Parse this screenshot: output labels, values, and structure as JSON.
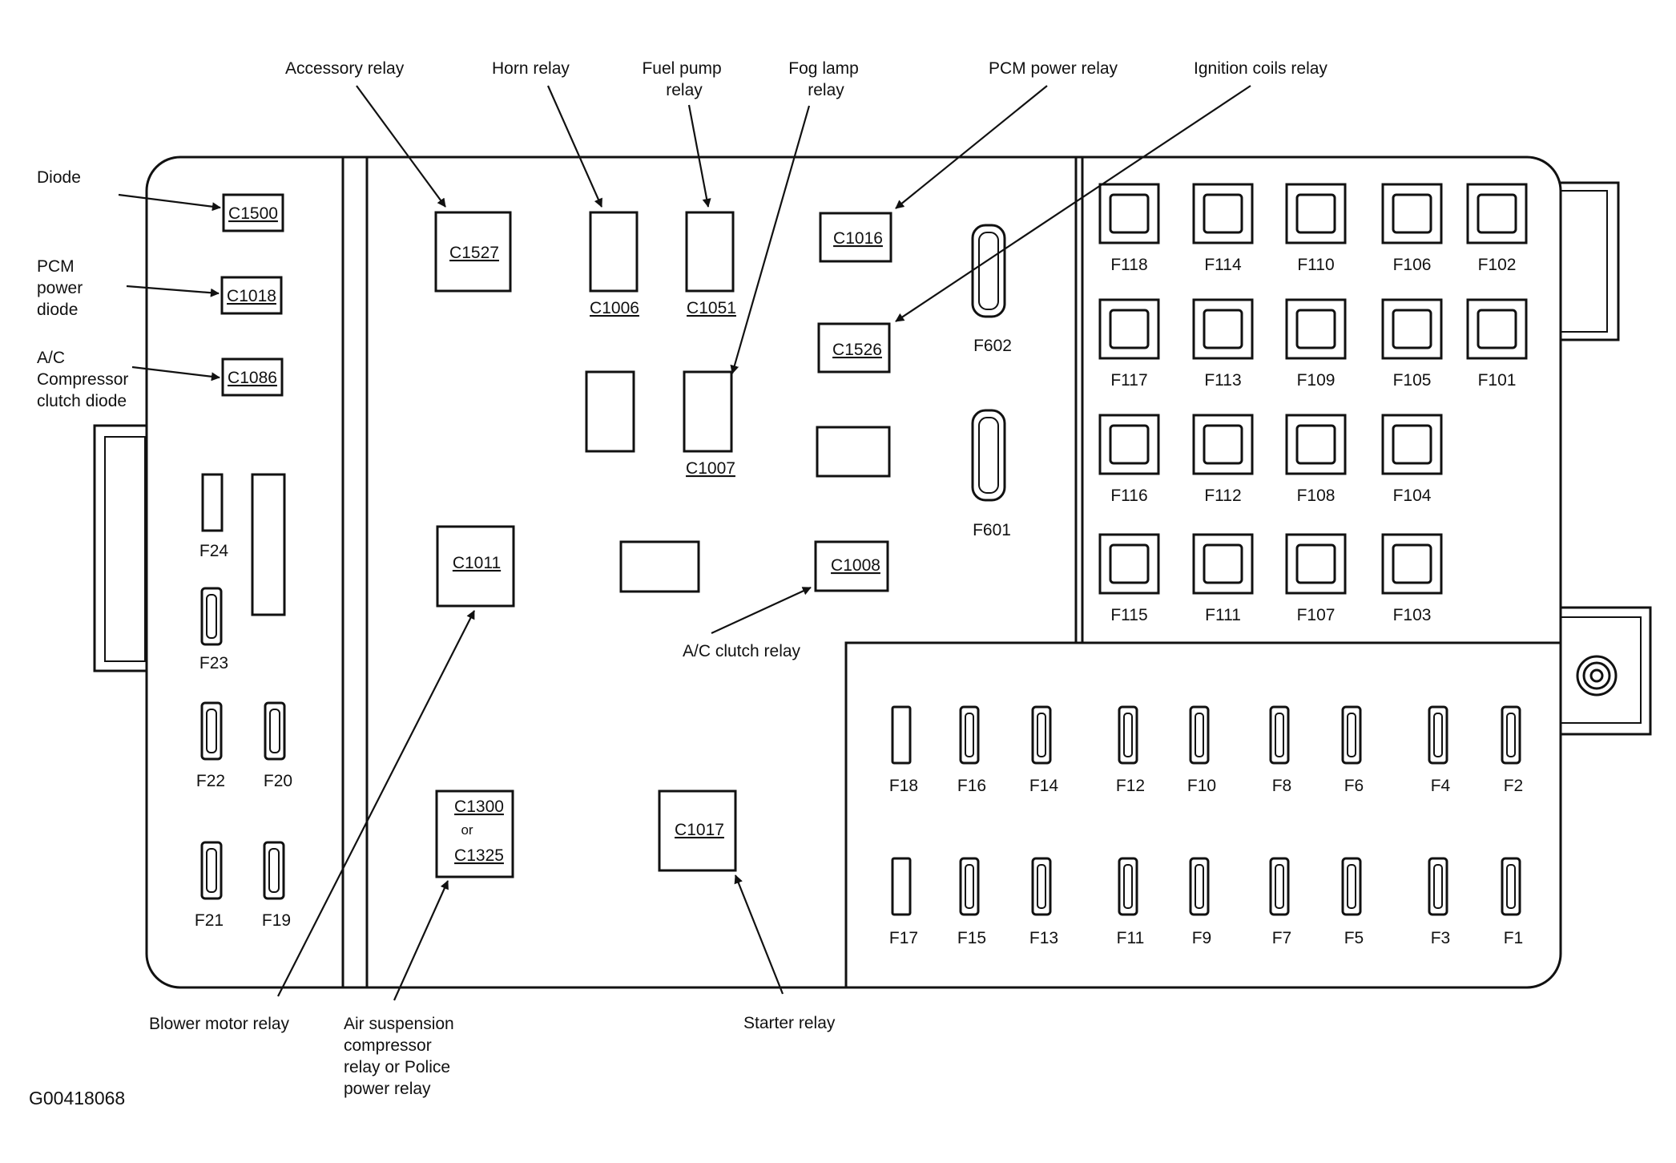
{
  "diagram_id": "G00418068",
  "callouts": {
    "diode": "Diode",
    "pcm_power_diode": [
      "PCM",
      "power",
      "diode"
    ],
    "ac_compressor_clutch_diode": [
      "A/C",
      "Compressor",
      "clutch diode"
    ],
    "accessory_relay": "Accessory relay",
    "horn_relay": "Horn relay",
    "fuel_pump_relay": [
      "Fuel pump",
      "relay"
    ],
    "fog_lamp_relay": [
      "Fog lamp",
      "relay"
    ],
    "pcm_power_relay": "PCM power relay",
    "ignition_coils_relay": "Ignition coils relay",
    "ac_clutch_relay": "A/C clutch relay",
    "blower_motor_relay": "Blower motor relay",
    "air_suspension_relay": [
      "Air suspension",
      "compressor",
      "relay or Police",
      "power relay"
    ],
    "starter_relay": "Starter relay"
  },
  "components": {
    "C1500": "C1500",
    "C1018": "C1018",
    "C1086": "C1086",
    "C1527": "C1527",
    "C1006": "C1006",
    "C1051": "C1051",
    "C1016": "C1016",
    "C1526": "C1526",
    "C1007": "C1007",
    "C1011": "C1011",
    "C1008": "C1008",
    "C1300": "C1300",
    "or": "or",
    "C1325": "C1325",
    "C1017": "C1017"
  },
  "maxi_fuses": {
    "F602": "F602",
    "F601": "F601"
  },
  "left_fuses": {
    "F24": "F24",
    "F23": "F23",
    "F22": "F22",
    "F20": "F20",
    "F21": "F21",
    "F19": "F19"
  },
  "cartridge_fuses": [
    [
      "F118",
      "F114",
      "F110",
      "F106",
      "F102"
    ],
    [
      "F117",
      "F113",
      "F109",
      "F105",
      "F101"
    ],
    [
      "F116",
      "F112",
      "F108",
      "F104"
    ],
    [
      "F115",
      "F111",
      "F107",
      "F103"
    ]
  ],
  "mini_fuses": {
    "top": [
      "F18",
      "F16",
      "F14",
      "F12",
      "F10",
      "F8",
      "F6",
      "F4",
      "F2"
    ],
    "bottom": [
      "F17",
      "F15",
      "F13",
      "F11",
      "F9",
      "F7",
      "F5",
      "F3",
      "F1"
    ]
  }
}
